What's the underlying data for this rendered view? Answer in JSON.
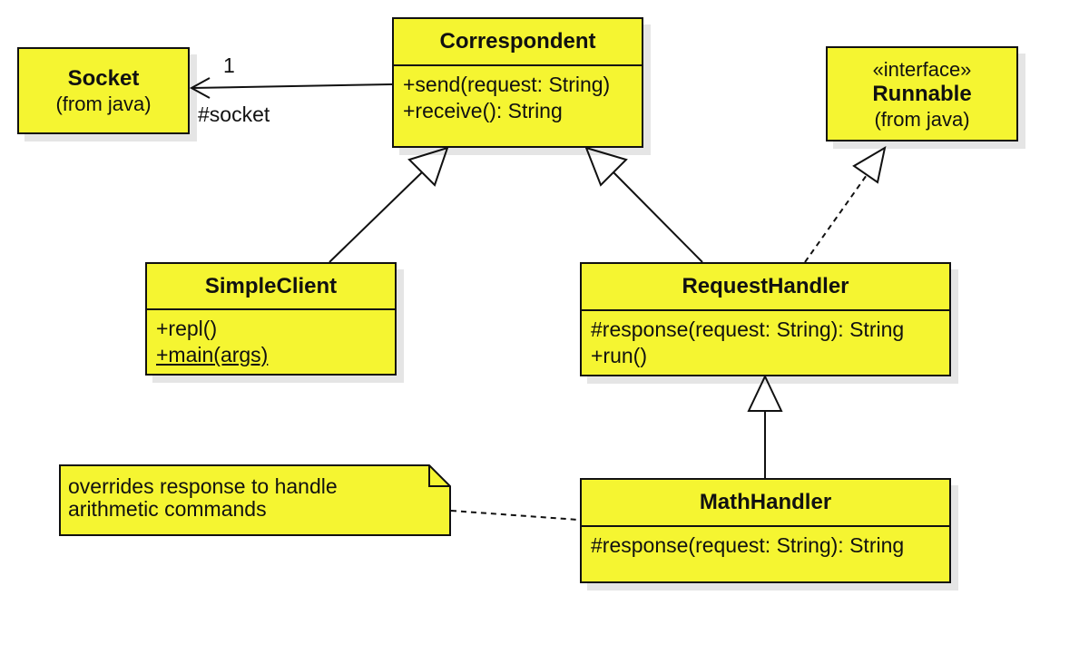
{
  "diagram": {
    "classes": {
      "socket": {
        "name": "Socket",
        "origin": "(from java)"
      },
      "correspondent": {
        "name": "Correspondent",
        "operations": [
          "+send(request: String)",
          "+receive(): String"
        ]
      },
      "runnable": {
        "stereotype": "«interface»",
        "name": "Runnable",
        "origin": "(from java)"
      },
      "simpleclient": {
        "name": "SimpleClient",
        "operations": [
          "+repl()",
          "+main(args)"
        ]
      },
      "requesthandler": {
        "name": "RequestHandler",
        "operations": [
          "#response(request: String): String",
          "+run()"
        ]
      },
      "mathhandler": {
        "name": "MathHandler",
        "operations": [
          "#response(request: String): String"
        ]
      }
    },
    "association": {
      "multiplicity": "1",
      "role": "#socket"
    },
    "note": {
      "text": "overrides response to handle arithmetic commands"
    },
    "colors": {
      "box_fill": "#f5f531",
      "stroke": "#111111",
      "background": "#ffffff"
    }
  }
}
